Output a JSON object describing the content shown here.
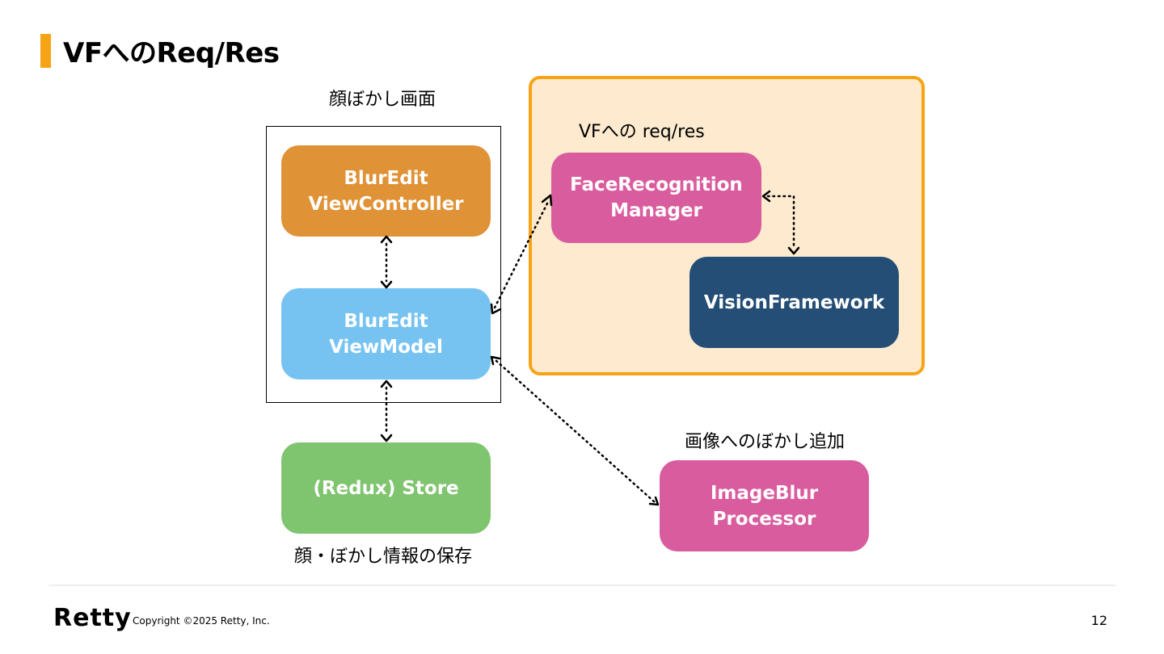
{
  "slide": {
    "title": "VFへのReq/Res",
    "accent_color": "#f7a316",
    "page_number": "12"
  },
  "footer": {
    "logo": "Retty",
    "copyright": "Copyright ©2025 Retty, Inc."
  },
  "labels": {
    "screen": "顔ぼかし画面",
    "vf_group": "VFへの req/res",
    "blur_add": "画像へのぼかし追加",
    "store_caption": "顔・ぼかし情報の保存"
  },
  "nodes": {
    "controller": {
      "lines": [
        "BlurEdit",
        "ViewController"
      ],
      "color": "#e09236"
    },
    "viewmodel": {
      "lines": [
        "BlurEdit",
        "ViewModel"
      ],
      "color": "#76c3f2"
    },
    "store": {
      "lines": [
        "(Redux) Store"
      ],
      "color": "#7fc46e"
    },
    "face_manager": {
      "lines": [
        "FaceRecognition",
        "Manager"
      ],
      "color": "#d95d9e"
    },
    "vision": {
      "lines": [
        "VisionFramework"
      ],
      "color": "#244e76"
    },
    "image_blur": {
      "lines": [
        "ImageBlur",
        "Processor"
      ],
      "color": "#d95d9e"
    }
  },
  "group_colors": {
    "border": "#f7a316",
    "fill": "#fdeacf"
  }
}
